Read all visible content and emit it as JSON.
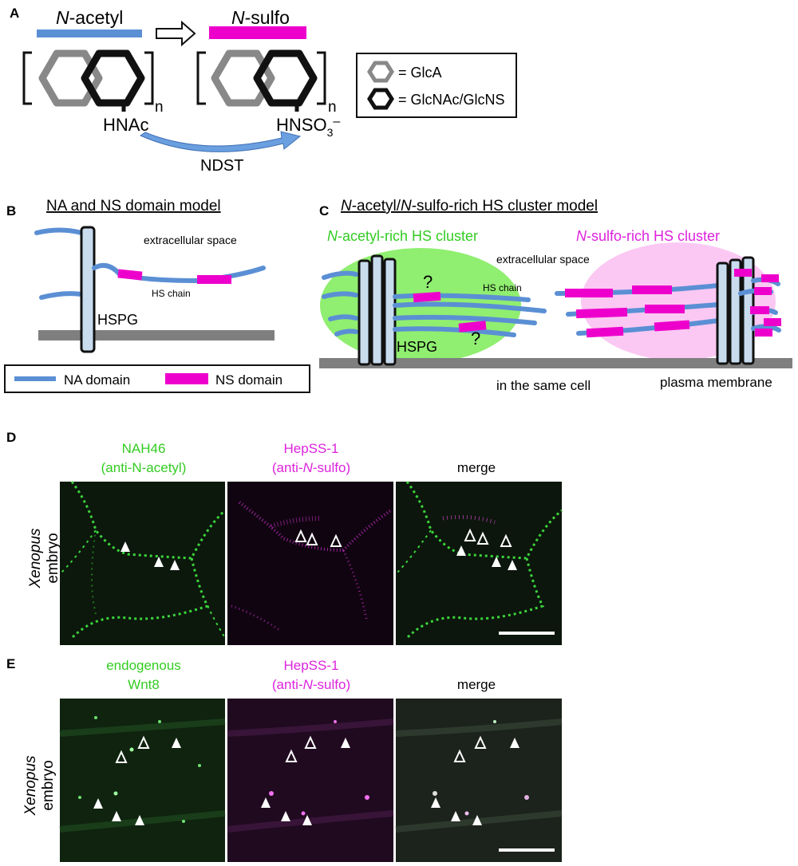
{
  "colors": {
    "na_blue": "#5b8fd4",
    "ns_magenta": "#ee00cc",
    "green_text": "#33cc22",
    "magenta_text": "#dd22dd",
    "green_oval": "#90ee70",
    "pink_oval": "#fbc8f3",
    "membrane_gray": "#7f7f7f"
  },
  "panelA": {
    "letter": "A",
    "n_acetyl_label": "N-acetyl",
    "n_acetyl_italic": "N",
    "n_acetyl_rest": "-acetyl",
    "n_sulfo_italic": "N",
    "n_sulfo_rest": "-sulfo",
    "subscript_n": "n",
    "hnac": "HNAc",
    "hnso3_base": "HNSO",
    "hnso3_sub": "3",
    "hnso3_charge": "–",
    "enzyme": "NDST",
    "legend_glca": "= GlcA",
    "legend_glcnac": "= GlcNAc/GlcNS"
  },
  "panelB": {
    "letter": "B",
    "title": "NA and NS domain model",
    "extracellular": "extracellular space",
    "hs_chain": "HS chain",
    "hspg": "HSPG",
    "legend_na": "NA domain",
    "legend_ns": "NS domain"
  },
  "panelC": {
    "letter": "C",
    "title_i1": "N",
    "title_t1": "-acetyl/",
    "title_i2": "N",
    "title_t2": "-sulfo-rich HS cluster model",
    "acetyl_cluster_i": "N",
    "acetyl_cluster_t": "-acetyl-rich HS cluster",
    "sulfo_cluster_i": "N",
    "sulfo_cluster_t": "-sulfo-rich HS cluster",
    "extracellular": "extracellular space",
    "hs_chain": "HS chain",
    "hspg": "HSPG",
    "question": "?",
    "same_cell": "in the same cell",
    "plasma_membrane": "plasma membrane"
  },
  "panelD": {
    "letter": "D",
    "col1_line1": "NAH46",
    "col1_line2": "(anti-N-acetyl)",
    "col2_line1": "HepSS-1",
    "col2_line2_pre": "(anti-",
    "col2_line2_i": "N",
    "col2_line2_post": "-sulfo)",
    "col3": "merge",
    "side_italic": "Xenopus",
    "side_plain": "embryo"
  },
  "panelE": {
    "letter": "E",
    "col1_line1": "endogenous",
    "col1_line2": "Wnt8",
    "col2_line1": "HepSS-1",
    "col2_line2_pre": "(anti-",
    "col2_line2_i": "N",
    "col2_line2_post": "-sulfo)",
    "col3": "merge",
    "side_italic": "Xenopus",
    "side_plain": "embryo"
  }
}
